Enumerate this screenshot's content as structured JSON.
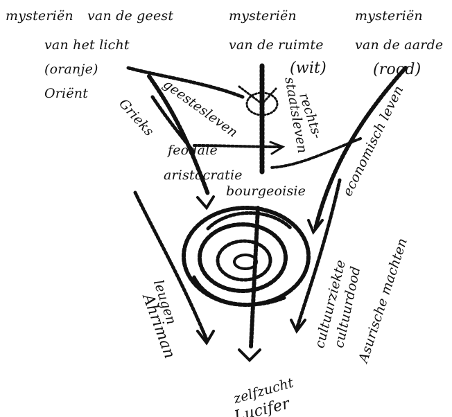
{
  "labels": {
    "top_left_1": "mysteriën",
    "top_left_2": "van de geest",
    "top_left_3": "van het licht",
    "top_left_4": "(oranje)",
    "top_left_5": "Oriënt",
    "top_mid_1": "mysteriën",
    "top_mid_2": "van de ruimte",
    "top_mid_3": "(wit)",
    "top_right_1": "mysteriën",
    "top_right_2": "van de aarde",
    "top_right_3": "(rood)",
    "grieks": "Grieks",
    "geestesleven": "geestesleven",
    "rechts": "rechts-",
    "staatsleven": "staatsleven",
    "economisch": "economisch leven",
    "feodale": "feodale",
    "aristocratie": "aristocratie",
    "bourgeoisie": "bourgeoisie",
    "leugen": "leugen",
    "ahriman": "Ahriman",
    "cultuurziekte": "cultuurziekte",
    "cultuurdood": "cultuurdood",
    "asurische": "Asurische machten",
    "zelfzucht": "zelfzucht",
    "lucifer": "Lucifer"
  }
}
